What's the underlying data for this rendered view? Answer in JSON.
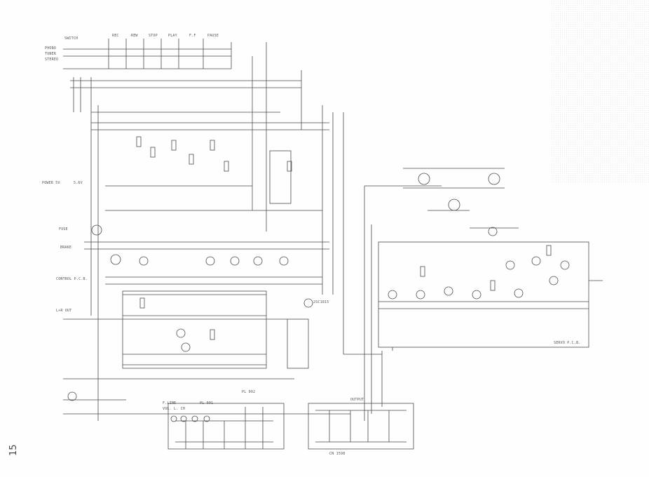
{
  "page": {
    "number": "15"
  },
  "labels": {
    "switches_header": "SWITCH",
    "sw_1": "REC",
    "sw_2": "REW",
    "sw_3": "STOP",
    "sw_4": "PLAY",
    "sw_5": "F.F",
    "sw_6": "PAUSE",
    "left_top_1": "PHONO",
    "left_top_2": "TUNER",
    "left_top_3": "STEREO",
    "power": "POWER 5V",
    "voltage": "5.6V",
    "fuse": "FUSE",
    "brake": "BRAKE",
    "lr_out": "L+R OUT",
    "control_pcb": "CONTROL P.C.B.",
    "left_bottom_1": "F.LINE",
    "left_bottom_2": "VOL. L. CH",
    "left_bottom_3": "PL 001",
    "center_bottom": "PL 002",
    "output_header": "OUTPUT",
    "chassis": "CN 1598",
    "right_pcb": "SERVO P.C.B.",
    "q_label": "2SC1815"
  },
  "colors": {
    "ink": "#4a4a4a",
    "paper": "#fefefe"
  }
}
